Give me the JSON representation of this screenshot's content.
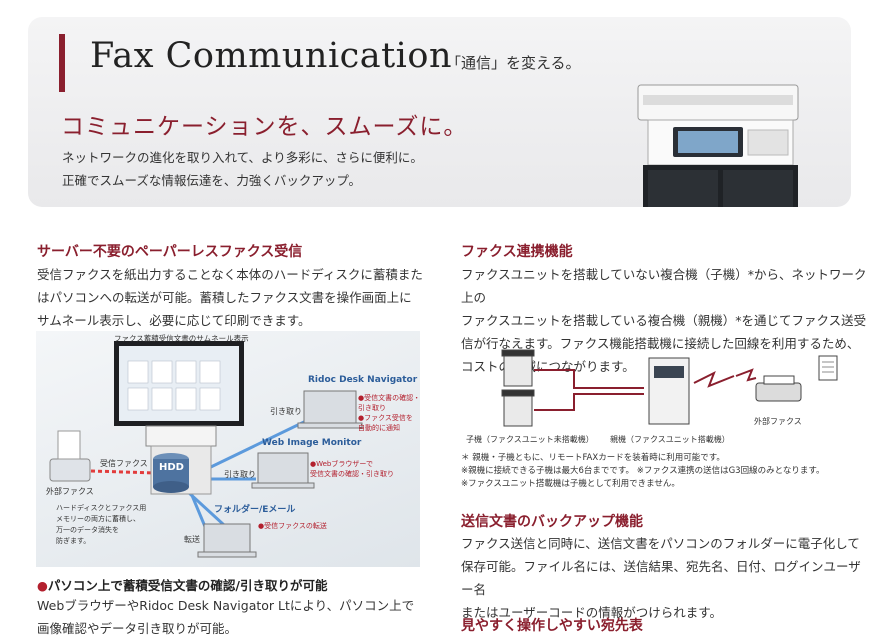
{
  "banner": {
    "title": "Fax Communication",
    "subtitle": "「通信」を変える。",
    "catchphrase": "コミュニケーションを、スムーズに。",
    "desc_line1": "ネットワークの進化を取り入れて、より多彩に、さらに便利に。",
    "desc_line2": "正確でスムーズな情報伝達を、力強くバックアップ。"
  },
  "left": {
    "title": "サーバー不要のペーパーレスファクス受信",
    "body": [
      "受信ファクスを紙出力することなく本体のハードディスクに蓄積また",
      "はパソコンへの転送が可能。蓄積したファクス文書を操作画面上に",
      "サムネール表示し、必要に応じて印刷できます。"
    ],
    "diagram": {
      "screen_title": "ファクス蓄積受信文書のサムネール表示",
      "hdd": "HDD",
      "incoming_fax": "受信ファクス",
      "external_fax": "外部ファクス",
      "hdd_note": [
        "ハードディスクとファクス用",
        "メモリーの両方に蓄積し、",
        "万一のデータ消失を",
        "防ぎます。"
      ],
      "ridoc": "Ridoc Desk Navigator Lt",
      "ridoc_notes": [
        "●受信文書の確認・",
        "引き取り",
        "●ファクス受信を",
        "自動的に通知"
      ],
      "web_monitor": "Web Image Monitor",
      "web_notes": [
        "●Webブラウザーで",
        "受信文書の確認・引き取り"
      ],
      "folder": "フォルダー/Eメール",
      "folder_note": "●受信ファクスの転送",
      "pickup1": "引き取り",
      "pickup2": "引き取り",
      "transfer": "転送"
    },
    "subheading": "パソコン上で蓄積受信文書の確認/引き取りが可能",
    "subbody": [
      "WebブラウザーやRidoc Desk Navigator Ltにより、パソコン上で",
      "画像確認やデータ引き取りが可能。"
    ]
  },
  "right": {
    "title1": "ファクス連携機能",
    "body1": [
      "ファクスユニットを搭載していない複合機（子機）*から、ネットワーク上の",
      "ファクスユニットを搭載している複合機（親機）*を通じてファクス送受",
      "信が行なえます。ファクス機能搭載機に接続した回線を利用するため、",
      "コストの削減につながります。"
    ],
    "diagram": {
      "child": "子機（ファクスユニット未搭載機）",
      "parent": "親機（ファクスユニット搭載機）",
      "external": "外部ファクス"
    },
    "notes": [
      "＊ 親機・子機ともに、リモートFAXカードを装着時に利用可能です。",
      "※親機に接続できる子機は最大6台までです。 ※ファクス連携の送信はG3回線のみとなります。",
      "※ファクスユニット搭載機は子機として利用できません。"
    ],
    "title2": "送信文書のバックアップ機能",
    "body2": [
      "ファクス送信と同時に、送信文書をパソコンのフォルダーに電子化して",
      "保存可能。ファイル名には、送信結果、宛先名、日付、ログインユーザー名",
      "またはユーザーコードの情報がつけられます。"
    ],
    "title3": "見やすく操作しやすい宛先表"
  },
  "colors": {
    "accent": "#8a1f2e",
    "link_blue": "#3a86d8"
  }
}
